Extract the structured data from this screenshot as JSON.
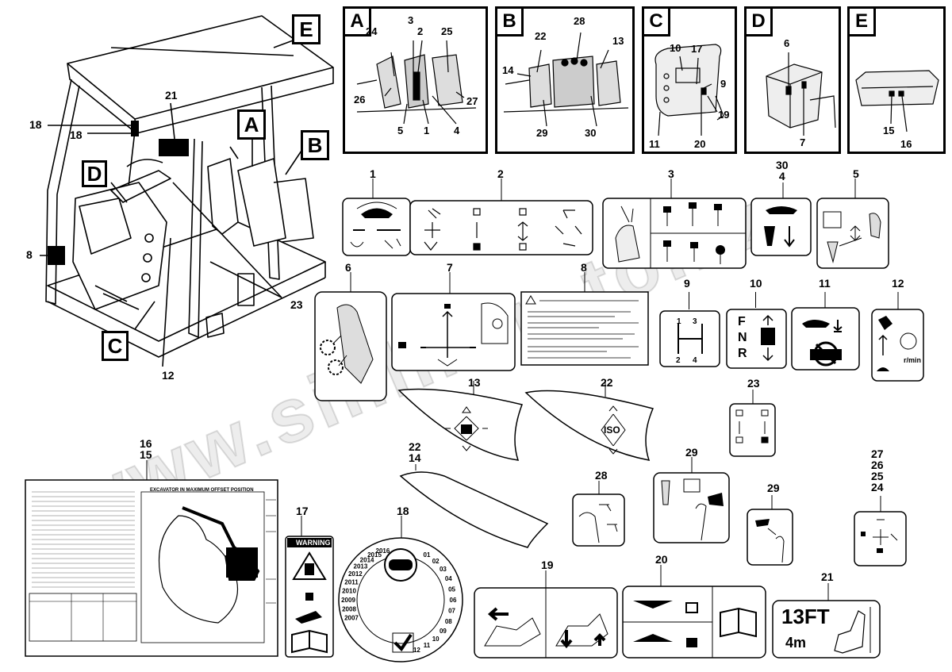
{
  "title_panels": [
    {
      "id": "A"
    },
    {
      "id": "B"
    },
    {
      "id": "C"
    },
    {
      "id": "D"
    },
    {
      "id": "E"
    }
  ],
  "overview_letters": {
    "e": "E",
    "a": "A",
    "b": "B",
    "c": "C",
    "d": "D"
  },
  "overview_callouts": {
    "n21": "21",
    "n18a": "18",
    "n18b": "18",
    "n8": "8",
    "n12": "12",
    "n23": "23"
  },
  "panel_a_callouts": [
    "24",
    "3",
    "2",
    "25",
    "26",
    "5",
    "1",
    "4",
    "27"
  ],
  "panel_b_callouts": [
    "22",
    "28",
    "13",
    "14",
    "29",
    "30"
  ],
  "panel_c_callouts": [
    "10",
    "17",
    "9",
    "19",
    "11",
    "20"
  ],
  "panel_d_callouts": [
    "6",
    "7"
  ],
  "panel_e_callouts": [
    "15",
    "16"
  ],
  "decal_numbers": {
    "d1": "1",
    "d2": "2",
    "d3": "3",
    "d30_4": "30\n4",
    "d5": "5",
    "d6": "6",
    "d7": "7",
    "d8": "8",
    "d9": "9",
    "d10": "10",
    "d11": "11",
    "d12": "12",
    "d13": "13",
    "d22a": "22",
    "d23": "23",
    "d22_14": "22\n14",
    "d28": "28",
    "d29a": "29",
    "d29b": "29",
    "d27_24": "27\n26\n25\n24",
    "d16_15": "16\n15",
    "d17": "17",
    "d18": "18",
    "d19": "19",
    "d20": "20",
    "d21": "21"
  },
  "gearshift": {
    "tl": "1",
    "tr": "3",
    "bl": "2",
    "br": "4"
  },
  "fnr": {
    "f": "F",
    "n": "N",
    "r": "R"
  },
  "decal12_text": "r/min",
  "iso_text": "ISO",
  "offset_title": "EXCAVATOR IN MAXIMUM OFFSET POSITION",
  "warning_label": "WARNING",
  "height_text": {
    "ft": "13FT",
    "m": "4m"
  },
  "calendar_years": [
    "2007",
    "2008",
    "2009",
    "2010",
    "2011",
    "2012",
    "2013",
    "2014",
    "2015",
    "2016"
  ],
  "calendar_months": [
    "01",
    "02",
    "03",
    "04",
    "05",
    "06",
    "07",
    "08",
    "09",
    "10",
    "11",
    "12"
  ],
  "watermark": "www.sinhron-to.kz"
}
